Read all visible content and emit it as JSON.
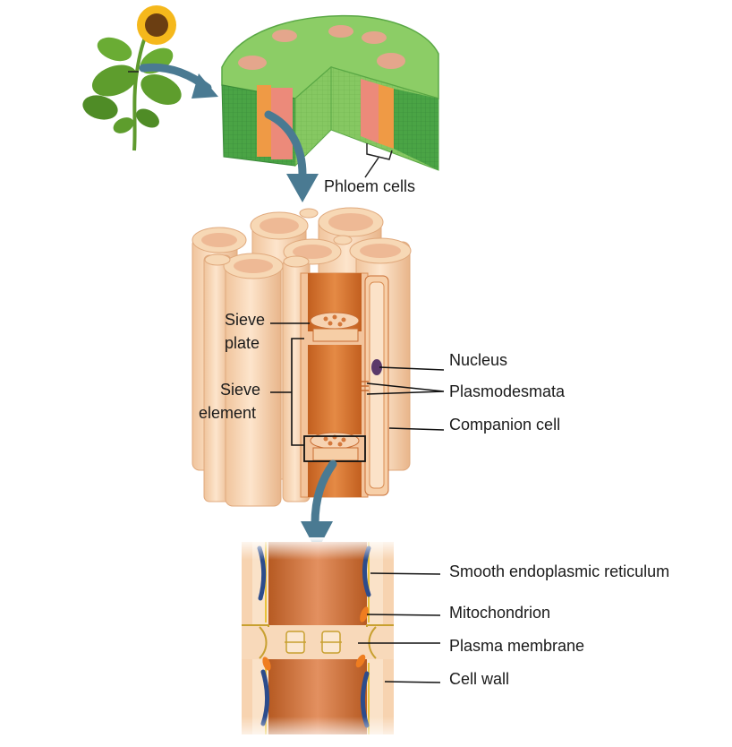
{
  "labels": {
    "phloem_cells": "Phloem cells",
    "sieve_plate_line1": "Sieve",
    "sieve_plate_line2": "plate",
    "sieve_element_line1": "Sieve",
    "sieve_element_line2": "element",
    "nucleus": "Nucleus",
    "plasmodesmata": "Plasmodesmata",
    "companion_cell": "Companion cell",
    "smooth_er": "Smooth endoplasmic reticulum",
    "mitochondrion": "Mitochondrion",
    "plasma_membrane": "Plasma membrane",
    "cell_wall": "Cell wall"
  },
  "colors": {
    "arrow": "#4a7a92",
    "stem_green": "#6dbb52",
    "stem_dark_green": "#3f8f3a",
    "phloem_orange": "#e9944a",
    "phloem_pink": "#e98f7f",
    "cell_tan": "#f6d3b0",
    "cell_orange": "#d9742e",
    "er_blue": "#2c4c8c",
    "mito_orange": "#ef7d20"
  }
}
